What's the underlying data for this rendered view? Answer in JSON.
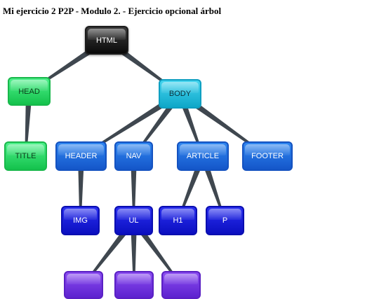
{
  "page": {
    "title": "Mi ejercicio 2 P2P - Modulo 2. - Ejercicio opcional árbol"
  },
  "colors": {
    "edge": "#3f474f",
    "root": "#111111",
    "head": "#22d468",
    "body": "#20bcdc",
    "section": "#1a62d8",
    "leaf": "#0f12d0",
    "li": "#6a30dc"
  },
  "tree": {
    "nodes": [
      {
        "id": "html",
        "label": "HTML",
        "style": "black"
      },
      {
        "id": "head",
        "label": "HEAD",
        "style": "green"
      },
      {
        "id": "title",
        "label": "TITLE",
        "style": "green"
      },
      {
        "id": "body",
        "label": "BODY",
        "style": "cyan"
      },
      {
        "id": "header",
        "label": "HEADER",
        "style": "blue"
      },
      {
        "id": "nav",
        "label": "NAV",
        "style": "blue"
      },
      {
        "id": "article",
        "label": "ARTICLE",
        "style": "blue"
      },
      {
        "id": "footer",
        "label": "FOOTER",
        "style": "blue"
      },
      {
        "id": "img",
        "label": "IMG",
        "style": "dblue"
      },
      {
        "id": "ul",
        "label": "UL",
        "style": "dblue"
      },
      {
        "id": "h1",
        "label": "H1",
        "style": "dblue"
      },
      {
        "id": "p",
        "label": "P",
        "style": "dblue"
      },
      {
        "id": "li1",
        "label": "",
        "style": "purple"
      },
      {
        "id": "li2",
        "label": "",
        "style": "purple"
      },
      {
        "id": "li3",
        "label": "",
        "style": "purple"
      }
    ],
    "edges": [
      [
        "html",
        "head"
      ],
      [
        "html",
        "body"
      ],
      [
        "head",
        "title"
      ],
      [
        "body",
        "header"
      ],
      [
        "body",
        "nav"
      ],
      [
        "body",
        "article"
      ],
      [
        "body",
        "footer"
      ],
      [
        "header",
        "img"
      ],
      [
        "nav",
        "ul"
      ],
      [
        "article",
        "h1"
      ],
      [
        "article",
        "p"
      ],
      [
        "ul",
        "li1"
      ],
      [
        "ul",
        "li2"
      ],
      [
        "ul",
        "li3"
      ]
    ]
  }
}
